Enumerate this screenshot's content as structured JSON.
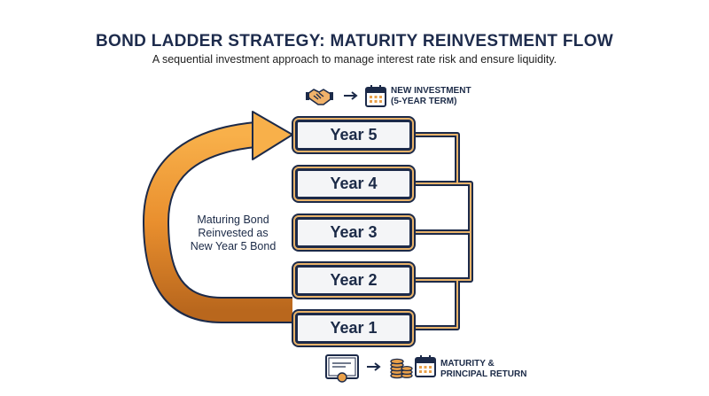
{
  "title": "BOND LADDER STRATEGY: MATURITY REINVESTMENT FLOW",
  "subtitle": "A sequential investment approach to manage interest rate risk and ensure liquidity.",
  "top_callout": {
    "line1": "NEW INVESTMENT",
    "line2": "(5-YEAR TERM)",
    "icons": [
      "handshake-icon",
      "right-arrow-icon",
      "calendar-icon"
    ]
  },
  "rungs": [
    "Year 5",
    "Year 4",
    "Year 3",
    "Year 2",
    "Year 1"
  ],
  "reinvest_arrow": {
    "line1": "Maturing Bond",
    "line2": "Reinvested as",
    "line3": "New Year 5 Bond"
  },
  "bottom_callout": {
    "line1": "MATURITY &",
    "line2": "PRINCIPAL RETURN",
    "icons": [
      "certificate-icon",
      "right-arrow-icon",
      "coin-stack-icon",
      "calendar-icon"
    ]
  },
  "colors": {
    "navy": "#1c2a49",
    "gold": "#e9b36a",
    "arrow_orange": "#f2a13a",
    "arrow_dark": "#b4651a"
  }
}
